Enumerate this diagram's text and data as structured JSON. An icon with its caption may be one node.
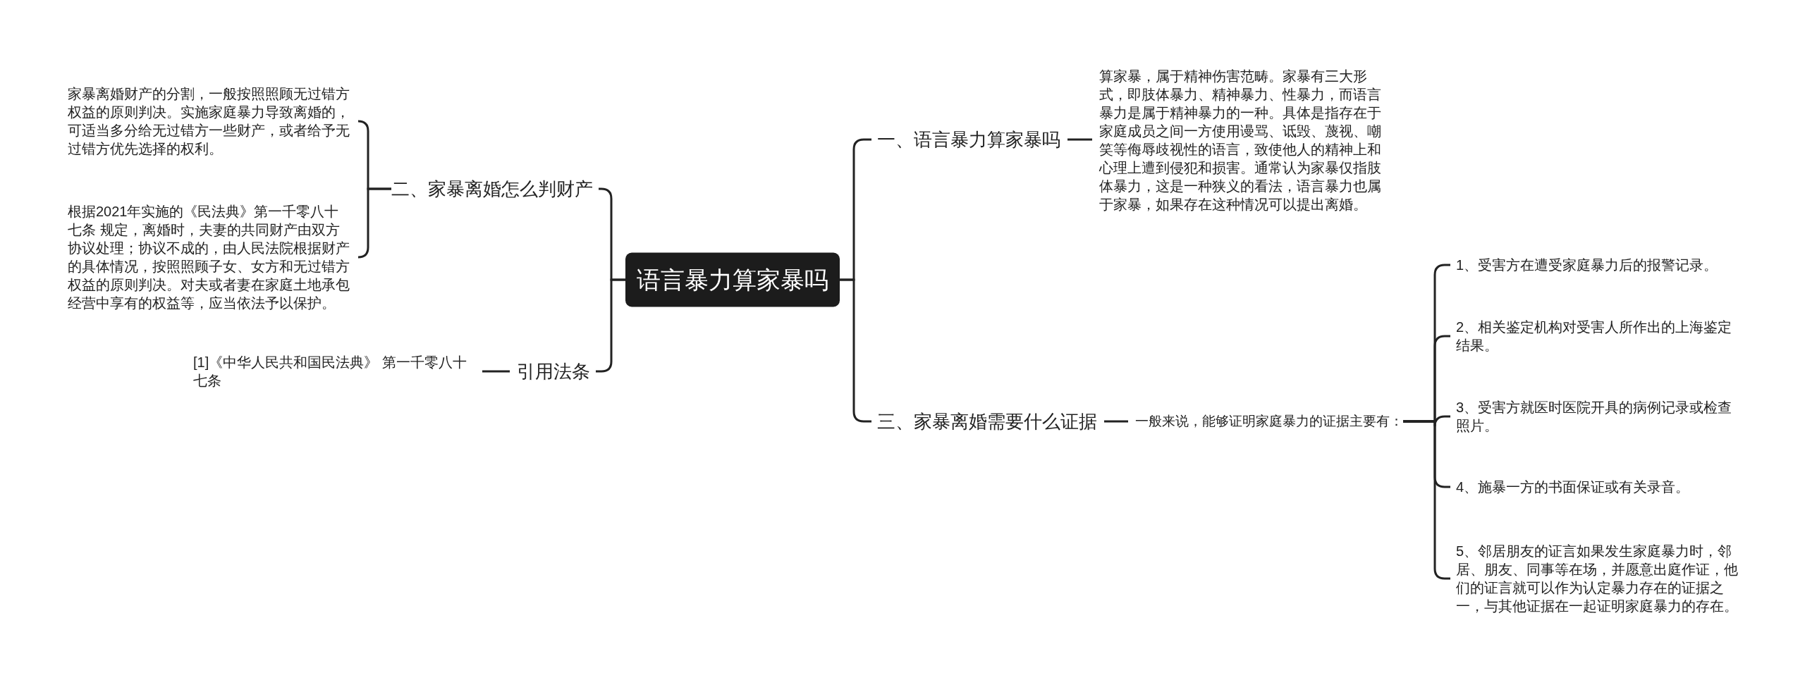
{
  "diagram": {
    "nodes": [
      {
        "text": [
          "语言暴力算家暴吗"
        ]
      },
      {
        "text": [
          "二、家暴离婚怎么判财产"
        ]
      },
      {
        "text": [
          "家暴离婚财产的分割，一般按照照顾无过错方权益的原则判决。实施家庭暴力导致离婚的，可适当多分给无过错方一些财产，或者给予无过错方优先选择的权利。"
        ]
      },
      {
        "text": [
          "根据2021年实施的《民法典》第一千零八十七条 规定，离婚时，夫妻的共同财产由双方协议处理；协议不成的，由人民法院根据财产的具体情况，按照照顾子女、女方和无过错方权益的原则判决。对夫或者妻在家庭土地承包经营中享有的权益等，应当依法予以保护。"
        ]
      },
      {
        "text": [
          "引用法条"
        ]
      },
      {
        "text": [
          "[1]《中华人民共和国民法典》 第一千零八十七条"
        ]
      },
      {
        "text": [
          "一、语言暴力算家暴吗"
        ]
      },
      {
        "text": [
          "算家暴，属于精神伤害范畴。家暴有三大形式，即肢体暴力、精神暴力、性暴力，而语言暴力是属于精神暴力的一种。具体是指存在于家庭成员之间一方使用谩骂、诋毁、蔑视、嘲笑等侮辱歧视性的语言，致使他人的精神上和心理上遭到侵犯和损害。通常认为家暴仅指肢体暴力，这是一种狭义的看法，语言暴力也属于家暴，如果存在这种情况可以提出离婚。"
        ]
      },
      {
        "text": [
          "三、家暴离婚需要什么证据"
        ]
      },
      {
        "text": [
          "一般来说，能够证明家庭暴力的证据主要有："
        ]
      },
      {
        "text": [
          "1、受害方在遭受家庭暴力后的报警记录。"
        ]
      },
      {
        "text": [
          "2、相关鉴定机构对受害人所作出的上海鉴定结果。"
        ]
      },
      {
        "text": [
          "3、受害方就医时医院开具的病例记录或检查照片。"
        ]
      },
      {
        "text": [
          "4、施暴一方的书面保证或有关录音。"
        ]
      },
      {
        "text": [
          "5、邻居朋友的证言如果发生家庭暴力时，邻居、朋友、同事等在场，并愿意出庭作证，他们的证言就可以作为认定暴力存在的证据之一，与其他证据在一起证明家庭暴力的存在。"
        ]
      }
    ],
    "edges": [
      {
        "from": 0,
        "to": 1,
        "arrow": "none"
      },
      {
        "from": 0,
        "to": 4,
        "arrow": "none"
      },
      {
        "from": 1,
        "to": 2,
        "arrow": "none"
      },
      {
        "from": 1,
        "to": 3,
        "arrow": "none"
      },
      {
        "from": 4,
        "to": 5,
        "arrow": "none"
      },
      {
        "from": 0,
        "to": 6,
        "arrow": "none"
      },
      {
        "from": 0,
        "to": 8,
        "arrow": "none"
      },
      {
        "from": 6,
        "to": 7,
        "arrow": "none"
      },
      {
        "from": 8,
        "to": 9,
        "arrow": "none"
      },
      {
        "from": 9,
        "to": 10,
        "arrow": "none"
      },
      {
        "from": 9,
        "to": 11,
        "arrow": "none"
      },
      {
        "from": 9,
        "to": 12,
        "arrow": "none"
      },
      {
        "from": 9,
        "to": 13,
        "arrow": "none"
      },
      {
        "from": 9,
        "to": 14,
        "arrow": "none"
      }
    ]
  }
}
